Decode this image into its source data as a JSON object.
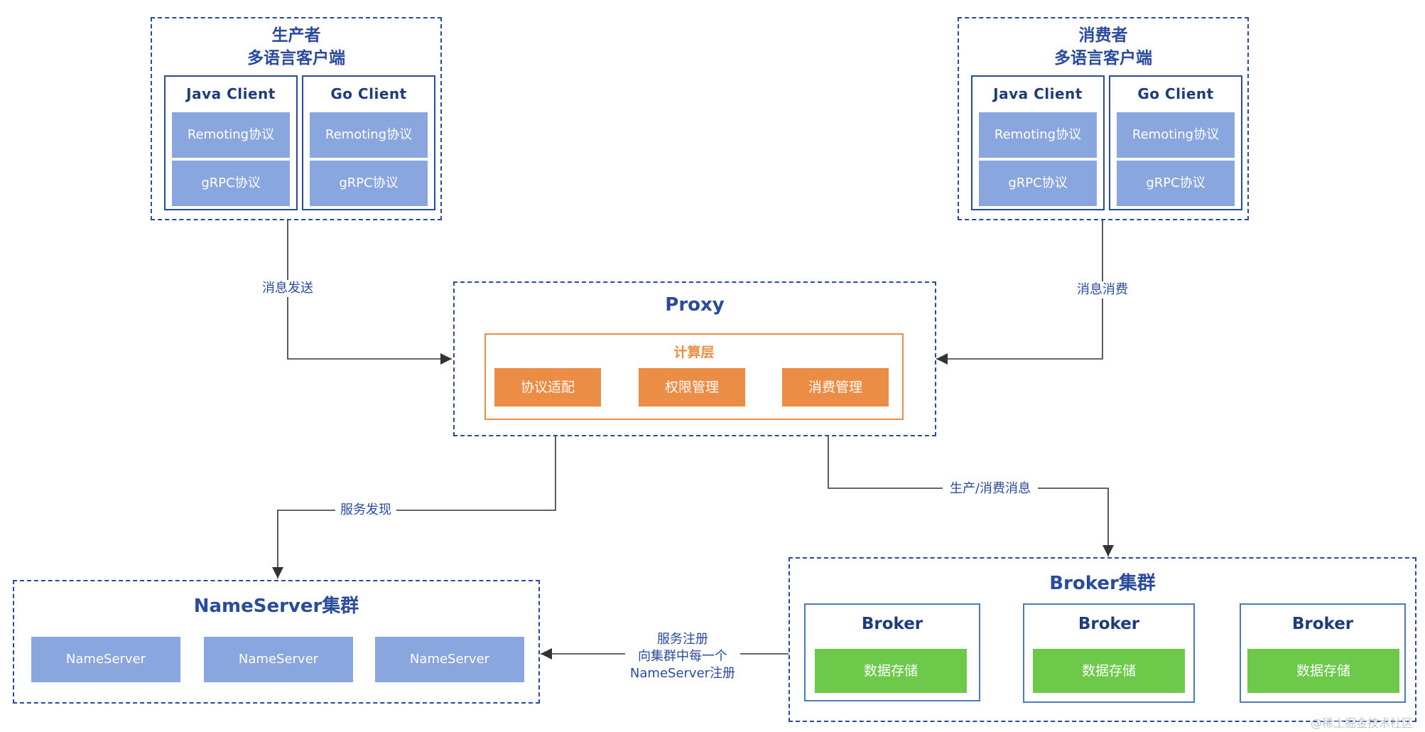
{
  "producer": {
    "title_line1": "生产者",
    "title_line2": "多语言客户端",
    "clients": [
      {
        "name": "Java Client",
        "protocols": [
          "Remoting协议",
          "gRPC协议"
        ]
      },
      {
        "name": "Go Client",
        "protocols": [
          "Remoting协议",
          "gRPC协议"
        ]
      }
    ]
  },
  "consumer": {
    "title_line1": "消费者",
    "title_line2": "多语言客户端",
    "clients": [
      {
        "name": "Java Client",
        "protocols": [
          "Remoting协议",
          "gRPC协议"
        ]
      },
      {
        "name": "Go Client",
        "protocols": [
          "Remoting协议",
          "gRPC协议"
        ]
      }
    ]
  },
  "proxy": {
    "title": "Proxy",
    "compute_layer": "计算层",
    "modules": [
      "协议适配",
      "权限管理",
      "消费管理"
    ]
  },
  "nameserver_cluster": {
    "title": "NameServer集群",
    "nodes": [
      "NameServer",
      "NameServer",
      "NameServer"
    ]
  },
  "broker_cluster": {
    "title": "Broker集群",
    "brokers": [
      {
        "name": "Broker",
        "storage": "数据存储"
      },
      {
        "name": "Broker",
        "storage": "数据存储"
      },
      {
        "name": "Broker",
        "storage": "数据存储"
      }
    ]
  },
  "edges": {
    "send": "消息发送",
    "consume": "消息消费",
    "discovery": "服务发现",
    "produce_consume": "生产/消费消息",
    "register_line1": "服务注册",
    "register_line2": "向集群中每一个",
    "register_line3": "NameServer注册"
  },
  "watermark": "@稀土掘金技术社区",
  "colors": {
    "border": "#2a4b9b",
    "protocol_fill": "#8aa6de",
    "orange": "#ec8d45",
    "green": "#6cc94a"
  }
}
